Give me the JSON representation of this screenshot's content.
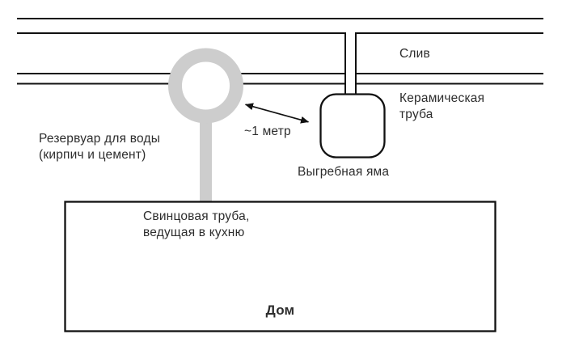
{
  "colors": {
    "bg": "#ffffff",
    "line_color": "#111111",
    "pipe_gray": "#cdcdcd",
    "text_color": "#2d2d2d"
  },
  "labels": {
    "drain": "Слив",
    "ceramic_pipe": {
      "line1": "Керамическая",
      "line2": "труба"
    },
    "distance": "~1 метр",
    "cesspool": "Выгребная яма",
    "reservoir": {
      "line1": "Резервуар для воды",
      "line2": "(кирпич и цемент)"
    },
    "lead_pipe": {
      "line1": "Свинцовая труба,",
      "line2": "ведущая в кухню"
    },
    "house": "Дом"
  },
  "icons": {
    "distance_arrow": "double-headed-arrow"
  }
}
